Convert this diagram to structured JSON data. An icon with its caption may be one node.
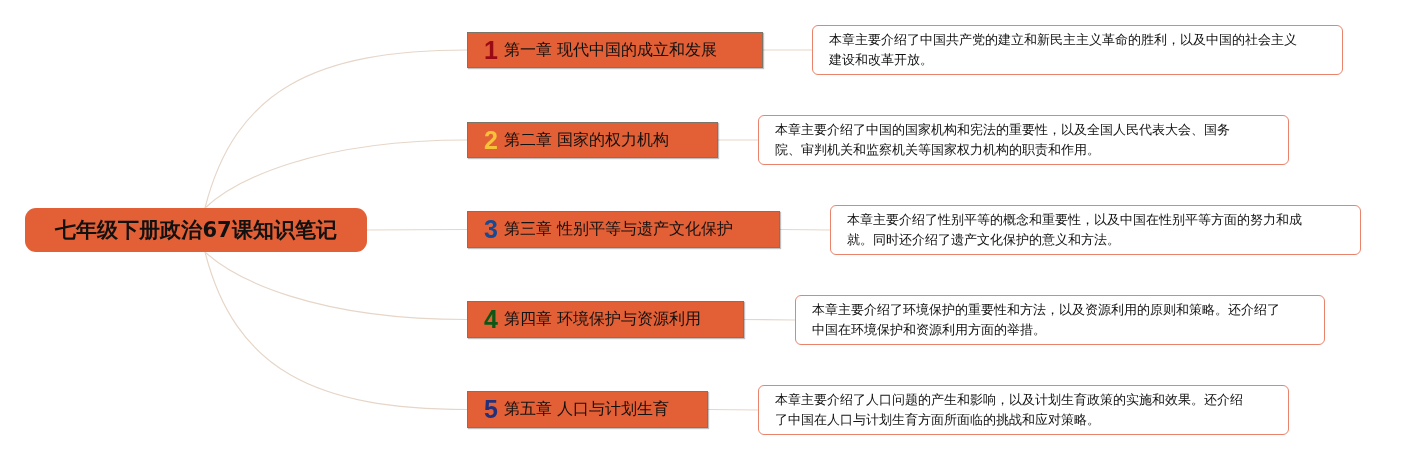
{
  "diagram": {
    "nodes": [
      {
        "text": [
          "七年级下册政治67课知识笔记"
        ]
      },
      {
        "text": [
          "1",
          "第一章 现代中国的成立和发展"
        ]
      },
      {
        "text": [
          "2",
          "第二章 国家的权力机构"
        ]
      },
      {
        "text": [
          "3",
          "第三章 性别平等与遗产文化保护"
        ]
      },
      {
        "text": [
          "4",
          "第四章 环境保护与资源利用"
        ]
      },
      {
        "text": [
          "5",
          "第五章 人口与计划生育"
        ]
      },
      {
        "text": [
          "本章主要介绍了中国共产党的建立和新民主主义革命的胜利，以及中国的社会主义建设和改革开放。"
        ]
      },
      {
        "text": [
          "本章主要介绍了中国的国家机构和宪法的重要性，以及全国人民代表大会、国务院、审判机关和监察机关等国家权力机构的职责和作用。"
        ]
      },
      {
        "text": [
          "本章主要介绍了性别平等的概念和重要性，以及中国在性别平等方面的努力和成就。同时还介绍了遗产文化保护的意义和方法。"
        ]
      },
      {
        "text": [
          "本章主要介绍了环境保护的重要性和方法，以及资源利用的原则和策略。还介绍了中国在环境保护和资源利用方面的举措。"
        ]
      },
      {
        "text": [
          "本章主要介绍了人口问题的产生和影响，以及计划生育政策的实施和效果。还介绍了中国在人口与计划生育方面所面临的挑战和应对策略。"
        ]
      }
    ],
    "edges": [
      {
        "from": 0,
        "to": 1,
        "arrow": "none"
      },
      {
        "from": 0,
        "to": 2,
        "arrow": "none"
      },
      {
        "from": 0,
        "to": 3,
        "arrow": "none"
      },
      {
        "from": 0,
        "to": 4,
        "arrow": "none"
      },
      {
        "from": 0,
        "to": 5,
        "arrow": "none"
      },
      {
        "from": 1,
        "to": 6,
        "arrow": "none"
      },
      {
        "from": 2,
        "to": 7,
        "arrow": "none"
      },
      {
        "from": 3,
        "to": 8,
        "arrow": "none"
      },
      {
        "from": 4,
        "to": 9,
        "arrow": "none"
      },
      {
        "from": 5,
        "to": 10,
        "arrow": "none"
      }
    ]
  }
}
